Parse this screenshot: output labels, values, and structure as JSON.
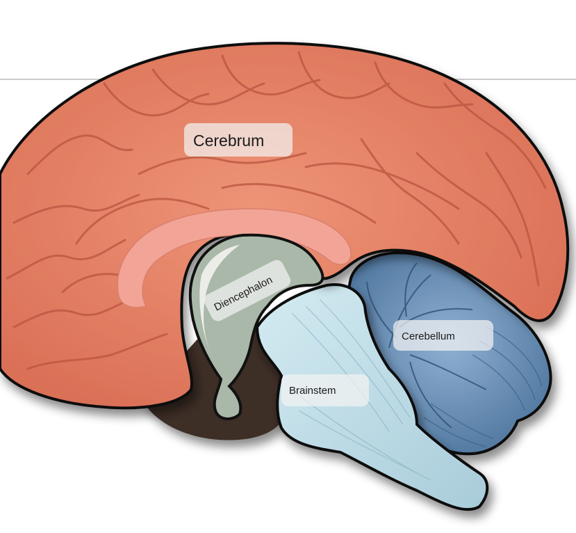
{
  "diagram": {
    "labels": {
      "cerebrum": "Cerebrum",
      "diencephalon": "Diencephalon",
      "cerebellum": "Cerebellum",
      "brainstem": "Brainstem"
    },
    "colors": {
      "cerebrum": "#e8876a",
      "cerebrum_dark": "#c8604a",
      "corpus_callosum": "#f2a596",
      "diencephalon": "#a9b8a8",
      "cerebellum": "#6d93ba",
      "cerebellum_dark": "#4d739a",
      "brainstem": "#bcdde8",
      "dark_tissue": "#3e2e26",
      "outline": "#111111",
      "background": "#ffffff"
    }
  }
}
